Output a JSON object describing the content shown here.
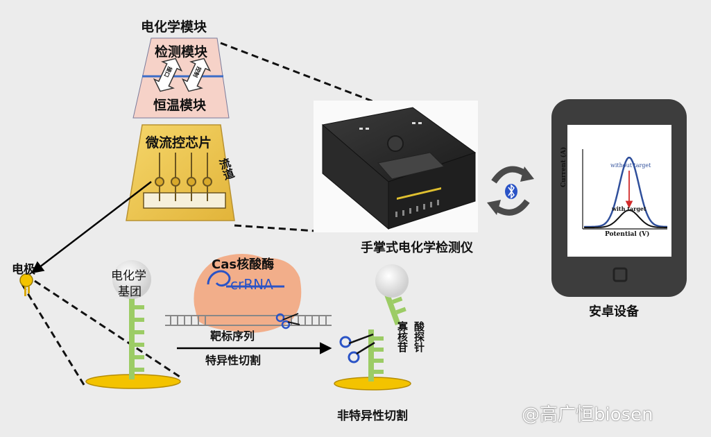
{
  "labels": {
    "electrochem_module": "电化学模块",
    "detection_module": "检测模块",
    "thermostat_module": "恒温模块",
    "arrow_small_1": "接口",
    "arrow_small_2": "控制",
    "microfluidic_chip": "微流控芯片",
    "flow_channel": "流道",
    "device_name": "手掌式电化学检测仪",
    "android_device": "安卓设备",
    "electrode": "电极",
    "electrochem_group_1": "电化学",
    "electrochem_group_2": "基团",
    "cas_nuclease": "Cas核酸酶",
    "crrna": "crRNA",
    "target_sequence": "靶标序列",
    "specific_cleavage": "特异性切割",
    "ssdna_probe_1": "寡核苷",
    "ssdna_probe_2": "酸探针",
    "nonspecific_cleavage": "非特异性切割",
    "watermark": "@高广恒biosen"
  },
  "chart": {
    "ylabel": "Current (A)",
    "xlabel": "Potential (V)",
    "series_without_target": "without target",
    "series_with_target": "with target"
  },
  "chart_data": {
    "type": "line",
    "xlabel": "Potential (V)",
    "ylabel": "Current (A)",
    "series": [
      {
        "name": "without target",
        "peak": 1.0
      },
      {
        "name": "with target",
        "peak": 0.25
      }
    ]
  },
  "colors": {
    "chip_gold": "#e9c44a",
    "electrode_gold": "#f3c300",
    "probe_green": "#9ccc65",
    "cas_orange": "#f3a77f",
    "scissor_blue": "#2a53c6",
    "curve_without": "#2f4f9b",
    "curve_with": "#111111",
    "arrow_red": "#d12a2a",
    "device_body": "#2c2c2c",
    "phone_body": "#3d3d3d"
  }
}
